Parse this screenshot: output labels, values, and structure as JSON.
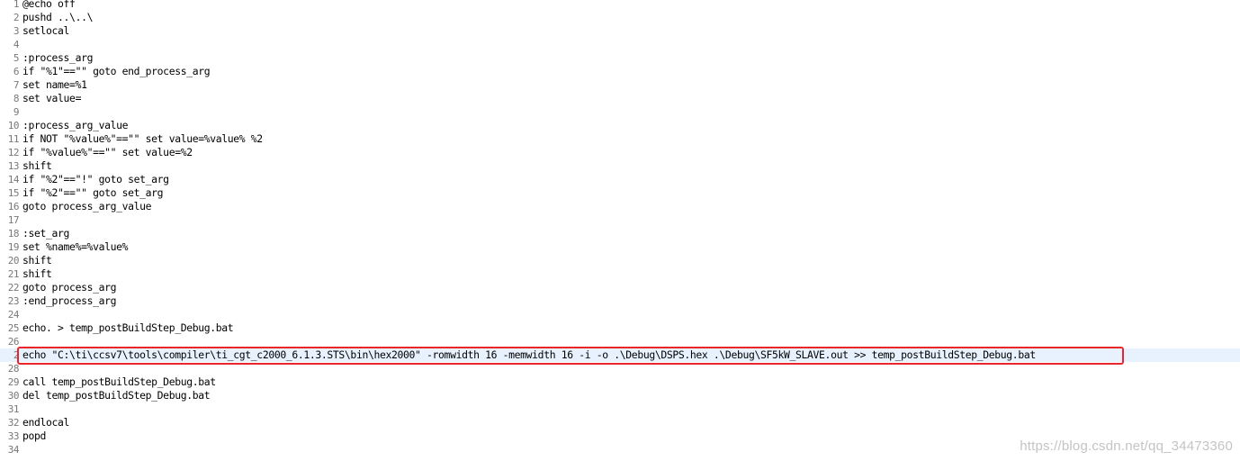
{
  "editor": {
    "current_line": 27,
    "highlight_color": "#e8262c",
    "current_line_bg": "#e8f2fe",
    "lines": [
      {
        "n": "1",
        "text": "@echo off"
      },
      {
        "n": "2",
        "text": "pushd ..\\..\\"
      },
      {
        "n": "3",
        "text": "setlocal"
      },
      {
        "n": "4",
        "text": ""
      },
      {
        "n": "5",
        "text": ":process_arg"
      },
      {
        "n": "6",
        "text": "if \"%1\"==\"\" goto end_process_arg"
      },
      {
        "n": "7",
        "text": "set name=%1"
      },
      {
        "n": "8",
        "text": "set value="
      },
      {
        "n": "9",
        "text": ""
      },
      {
        "n": "10",
        "text": ":process_arg_value"
      },
      {
        "n": "11",
        "text": "if NOT \"%value%\"==\"\" set value=%value% %2"
      },
      {
        "n": "12",
        "text": "if \"%value%\"==\"\" set value=%2"
      },
      {
        "n": "13",
        "text": "shift"
      },
      {
        "n": "14",
        "text": "if \"%2\"==\"!\" goto set_arg"
      },
      {
        "n": "15",
        "text": "if \"%2\"==\"\" goto set_arg"
      },
      {
        "n": "16",
        "text": "goto process_arg_value"
      },
      {
        "n": "17",
        "text": ""
      },
      {
        "n": "18",
        "text": ":set_arg"
      },
      {
        "n": "19",
        "text": "set %name%=%value%"
      },
      {
        "n": "20",
        "text": "shift"
      },
      {
        "n": "21",
        "text": "shift"
      },
      {
        "n": "22",
        "text": "goto process_arg"
      },
      {
        "n": "23",
        "text": ":end_process_arg"
      },
      {
        "n": "24",
        "text": ""
      },
      {
        "n": "25",
        "text": "echo. > temp_postBuildStep_Debug.bat"
      },
      {
        "n": "26",
        "text": ""
      },
      {
        "n": "2",
        "text": "echo \"C:\\ti\\ccsv7\\tools\\compiler\\ti_cgt_c2000_6.1.3.STS\\bin\\hex2000\" -romwidth 16 -memwidth 16 -i -o .\\Debug\\DSPS.hex .\\Debug\\SF5kW_SLAVE.out >> temp_postBuildStep_Debug.bat"
      },
      {
        "n": "28",
        "text": ""
      },
      {
        "n": "29",
        "text": "call temp_postBuildStep_Debug.bat"
      },
      {
        "n": "30",
        "text": "del temp_postBuildStep_Debug.bat"
      },
      {
        "n": "31",
        "text": ""
      },
      {
        "n": "32",
        "text": "endlocal"
      },
      {
        "n": "33",
        "text": "popd"
      },
      {
        "n": "34",
        "text": ""
      }
    ]
  },
  "watermark": {
    "text": "https://blog.csdn.net/qq_34473360"
  }
}
